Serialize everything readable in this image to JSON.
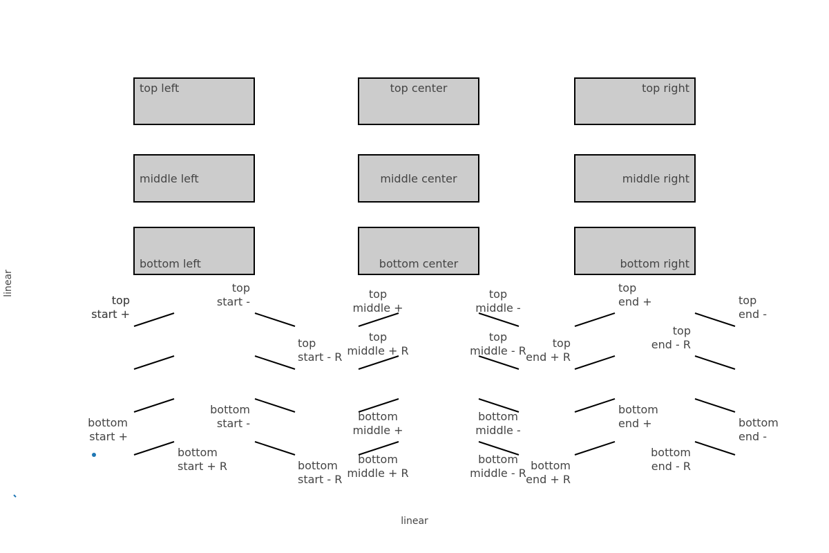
{
  "chart_data": {
    "type": "scatter",
    "xlabel": "linear",
    "ylabel": "linear",
    "rect_labels": [
      {
        "text": "top left",
        "h": "left",
        "v": "top"
      },
      {
        "text": "top center",
        "h": "center",
        "v": "top"
      },
      {
        "text": "top right",
        "h": "right",
        "v": "top"
      },
      {
        "text": "middle left",
        "h": "left",
        "v": "middle"
      },
      {
        "text": "middle center",
        "h": "center",
        "v": "middle"
      },
      {
        "text": "middle right",
        "h": "right",
        "v": "middle"
      },
      {
        "text": "bottom left",
        "h": "left",
        "v": "bottom"
      },
      {
        "text": "bottom center",
        "h": "center",
        "v": "bottom"
      },
      {
        "text": "bottom right",
        "h": "right",
        "v": "bottom"
      }
    ],
    "line_labels": [
      {
        "lines": [
          "top",
          "start +"
        ],
        "pos": "start",
        "v": "top",
        "slope": "+",
        "reverse": false
      },
      {
        "lines": [
          "top",
          "start +"
        ],
        "pos": "start",
        "v": "top",
        "slope": "+",
        "reverse": true
      },
      {
        "lines": [
          "bottom",
          "start +"
        ],
        "pos": "start",
        "v": "bottom",
        "slope": "+",
        "reverse": false
      },
      {
        "lines": [
          "bottom",
          "start + R"
        ],
        "pos": "start",
        "v": "bottom",
        "slope": "+",
        "reverse": true
      },
      {
        "lines": [
          "top",
          "start -"
        ],
        "pos": "start",
        "v": "top",
        "slope": "-",
        "reverse": false
      },
      {
        "lines": [
          "top",
          "start - R"
        ],
        "pos": "start",
        "v": "top",
        "slope": "-",
        "reverse": true
      },
      {
        "lines": [
          "bottom",
          "start -"
        ],
        "pos": "start",
        "v": "bottom",
        "slope": "-",
        "reverse": false
      },
      {
        "lines": [
          "bottom",
          "start - R"
        ],
        "pos": "start",
        "v": "bottom",
        "slope": "-",
        "reverse": true
      },
      {
        "lines": [
          "top",
          "middle +"
        ],
        "pos": "middle",
        "v": "top",
        "slope": "+",
        "reverse": false
      },
      {
        "lines": [
          "top",
          "middle + R"
        ],
        "pos": "middle",
        "v": "top",
        "slope": "+",
        "reverse": true
      },
      {
        "lines": [
          "bottom",
          "middle +"
        ],
        "pos": "middle",
        "v": "bottom",
        "slope": "+",
        "reverse": false
      },
      {
        "lines": [
          "bottom",
          "middle + R"
        ],
        "pos": "middle",
        "v": "bottom",
        "slope": "+",
        "reverse": true
      },
      {
        "lines": [
          "top",
          "middle -"
        ],
        "pos": "middle",
        "v": "top",
        "slope": "-",
        "reverse": false
      },
      {
        "lines": [
          "top",
          "middle - R"
        ],
        "pos": "middle",
        "v": "top",
        "slope": "-",
        "reverse": true
      },
      {
        "lines": [
          "bottom",
          "middle -"
        ],
        "pos": "middle",
        "v": "bottom",
        "slope": "-",
        "reverse": false
      },
      {
        "lines": [
          "bottom",
          "middle - R"
        ],
        "pos": "middle",
        "v": "bottom",
        "slope": "-",
        "reverse": true
      },
      {
        "lines": [
          "top",
          "end +"
        ],
        "pos": "end",
        "v": "top",
        "slope": "+",
        "reverse": false
      },
      {
        "lines": [
          "top",
          "end + R"
        ],
        "pos": "end",
        "v": "top",
        "slope": "+",
        "reverse": true
      },
      {
        "lines": [
          "bottom",
          "end +"
        ],
        "pos": "end",
        "v": "bottom",
        "slope": "+",
        "reverse": false
      },
      {
        "lines": [
          "bottom",
          "end + R"
        ],
        "pos": "end",
        "v": "bottom",
        "slope": "+",
        "reverse": true
      },
      {
        "lines": [
          "top",
          "end -"
        ],
        "pos": "end",
        "v": "top",
        "slope": "-",
        "reverse": false
      },
      {
        "lines": [
          "top",
          "end - R"
        ],
        "pos": "end",
        "v": "top",
        "slope": "-",
        "reverse": true
      },
      {
        "lines": [
          "bottom",
          "end -"
        ],
        "pos": "end",
        "v": "bottom",
        "slope": "-",
        "reverse": false
      },
      {
        "lines": [
          "bottom",
          "end - R"
        ],
        "pos": "end",
        "v": "bottom",
        "slope": "-",
        "reverse": true
      }
    ],
    "marker_color": "#1f77b4",
    "shape_fill": "#cccccc",
    "shape_line": "#000000",
    "text_color": "#444444",
    "grid": false
  }
}
